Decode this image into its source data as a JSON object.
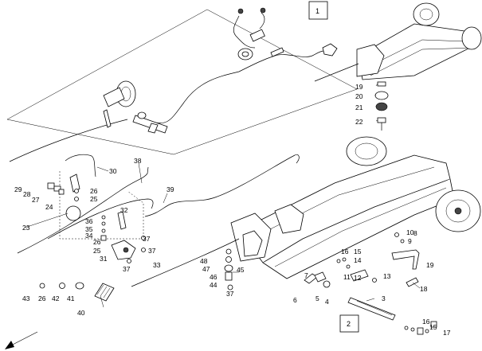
{
  "view_boxes": [
    {
      "number": "1"
    },
    {
      "number": "2"
    }
  ],
  "callouts": [
    {
      "id": "3",
      "text": "3"
    },
    {
      "id": "4",
      "text": "4"
    },
    {
      "id": "5",
      "text": "5"
    },
    {
      "id": "6",
      "text": "6"
    },
    {
      "id": "7",
      "text": "7"
    },
    {
      "id": "8",
      "text": "8"
    },
    {
      "id": "9",
      "text": "9"
    },
    {
      "id": "10",
      "text": "10"
    },
    {
      "id": "11",
      "text": "11"
    },
    {
      "id": "12",
      "text": "12"
    },
    {
      "id": "13",
      "text": "13"
    },
    {
      "id": "14",
      "text": "14"
    },
    {
      "id": "15a",
      "text": "15"
    },
    {
      "id": "15b",
      "text": "15"
    },
    {
      "id": "16a",
      "text": "16"
    },
    {
      "id": "16b",
      "text": "16"
    },
    {
      "id": "17",
      "text": "17"
    },
    {
      "id": "18",
      "text": "18"
    },
    {
      "id": "19a",
      "text": "19"
    },
    {
      "id": "19b",
      "text": "19"
    },
    {
      "id": "20",
      "text": "20"
    },
    {
      "id": "21",
      "text": "21"
    },
    {
      "id": "22",
      "text": "22"
    },
    {
      "id": "23",
      "text": "23"
    },
    {
      "id": "24",
      "text": "24"
    },
    {
      "id": "25a",
      "text": "25"
    },
    {
      "id": "25b",
      "text": "25"
    },
    {
      "id": "26a",
      "text": "26"
    },
    {
      "id": "26b",
      "text": "26"
    },
    {
      "id": "26c",
      "text": "26"
    },
    {
      "id": "27",
      "text": "27"
    },
    {
      "id": "28",
      "text": "28"
    },
    {
      "id": "29",
      "text": "29"
    },
    {
      "id": "30",
      "text": "30"
    },
    {
      "id": "31",
      "text": "31"
    },
    {
      "id": "32",
      "text": "32"
    },
    {
      "id": "33",
      "text": "33"
    },
    {
      "id": "34",
      "text": "34"
    },
    {
      "id": "35",
      "text": "35"
    },
    {
      "id": "36",
      "text": "36"
    },
    {
      "id": "37a",
      "text": "37"
    },
    {
      "id": "37b",
      "text": "37"
    },
    {
      "id": "37c",
      "text": "37"
    },
    {
      "id": "37d",
      "text": "37"
    },
    {
      "id": "38",
      "text": "38"
    },
    {
      "id": "39",
      "text": "39"
    },
    {
      "id": "40",
      "text": "40"
    },
    {
      "id": "41",
      "text": "41"
    },
    {
      "id": "42",
      "text": "42"
    },
    {
      "id": "43",
      "text": "43"
    },
    {
      "id": "44",
      "text": "44"
    },
    {
      "id": "45",
      "text": "45"
    },
    {
      "id": "46",
      "text": "46"
    },
    {
      "id": "47",
      "text": "47"
    },
    {
      "id": "48",
      "text": "48"
    }
  ]
}
